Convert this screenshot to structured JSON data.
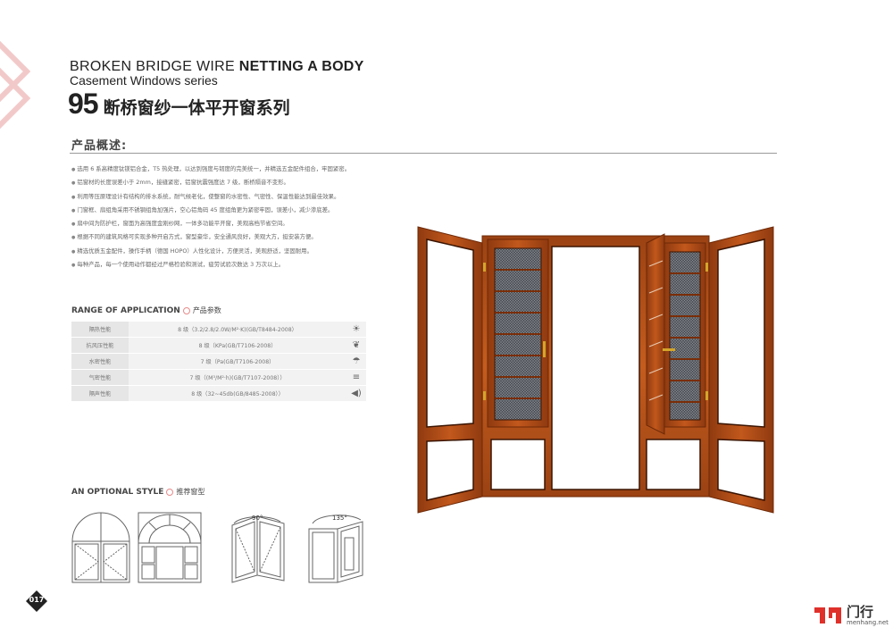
{
  "header": {
    "title_en_regular": "BROKEN BRIDGE WIRE ",
    "title_en_bold": "NETTING A BODY",
    "subtitle_en": "Casement Windows series",
    "series_number": "95",
    "title_cn": "断桥窗纱一体平开窗系列"
  },
  "overview": {
    "heading": "产品概述:",
    "features": [
      "选用 6 系高精度钛镁铝合金，T5 热处理，以达到强度与韧度的完美统一，并精选五金配件组合，牢固紧密。",
      "铝窗材的长度误差小于 2mm，接缝紧密，铝窗抗震强度达 7 级，断桥隔音不变形。",
      "利用等压原理设计有结构的排水系统，耐气候老化，使整窗的水密性、气密性、保温性能达到最佳效果。",
      "门窗框、扇组角采用不锈钢组角加强片，空心铝角码 45 度组角更为紧密牢固，误差小，减少渗底差。",
      "扇中间为防护栏，窗面为高强度金刚纱网，一体多功能平开窗，美观高档节省空间。",
      "根据不同的建筑风格可实现多种开启方式，窗型豪华，安全通风良好，美观大方，挺安装方便。",
      "精选优质五金配件，操作手柄（德国 HOPO）人性化设计，方便灵活，美观舒适，坚固耐用。",
      "每种产品，每一个使用动作都经过严格检验和测试，疲劳试验次数达 3 万次以上。"
    ]
  },
  "range": {
    "heading_en": "RANGE OF APPLICATION",
    "heading_cn": "产品参数",
    "rows": [
      {
        "name": "隔热性能",
        "value": "8 级（3.2/2.8/2.0W/M²·K)(GB/T8484-2008）",
        "icon": "sun-icon",
        "glyph": "☀"
      },
      {
        "name": "抗风压性能",
        "value": "8 级（KPa(GB/T7106-2008）",
        "icon": "wind-icon",
        "glyph": "❦"
      },
      {
        "name": "水密性能",
        "value": "7 级（Pa(GB/T7106-2008）",
        "icon": "umbrella-icon",
        "glyph": "☂"
      },
      {
        "name": "气密性能",
        "value": "7 级（(M³/M²·h)(GB/T7107-2008））",
        "icon": "airflow-icon",
        "glyph": "≡"
      },
      {
        "name": "隔声性能",
        "value": "8 级（32~45db(GB/8485-2008））",
        "icon": "speaker-icon",
        "glyph": "◀)"
      }
    ]
  },
  "styles": {
    "heading_en": "AN OPTIONAL STYLE",
    "heading_cn": "推荐窗型",
    "angle_a": "90°",
    "angle_b": "135°"
  },
  "footer": {
    "page_number": "017",
    "logo_cn": "门行",
    "logo_en": "menhang.net"
  },
  "colors": {
    "frame": "#b34a14",
    "frame_dark": "#7a2d08",
    "accent_red": "#d9302a",
    "text": "#222222"
  }
}
